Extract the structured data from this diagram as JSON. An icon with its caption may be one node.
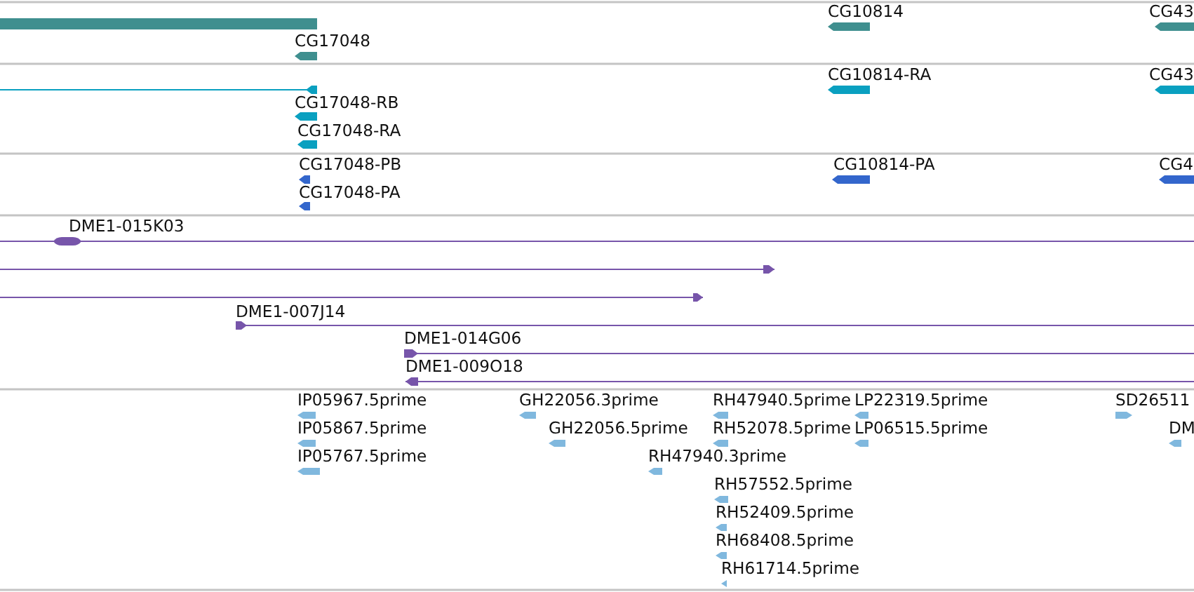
{
  "diagram": {
    "labels": [
      "CG10814",
      "CG43",
      "CG17048",
      "CG10814-RA",
      "CG43",
      "CG17048-RB",
      "CG17048-RA",
      "CG17048-PB",
      "CG10814-PA",
      "CG4",
      "CG17048-PA",
      "DME1-015K03",
      "DME1-007J14",
      "DME1-014G06",
      "DME1-009O18",
      "IP05967.5prime",
      "GH22056.3prime",
      "RH47940.5prime",
      "LP22319.5prime",
      "SD26511",
      "IP05867.5prime",
      "GH22056.5prime",
      "RH52078.5prime",
      "LP06515.5prime",
      "DM",
      "IP05767.5prime",
      "RH47940.3prime",
      "RH57552.5prime",
      "RH52409.5prime",
      "RH68408.5prime",
      "RH61714.5prime"
    ]
  }
}
